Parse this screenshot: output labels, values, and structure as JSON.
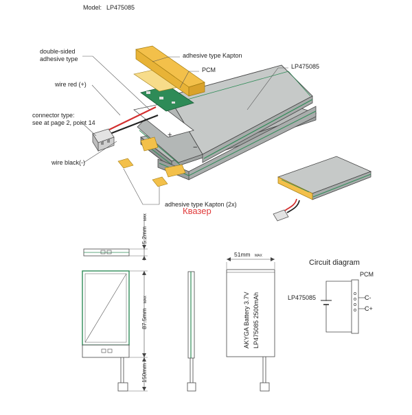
{
  "header": {
    "model_label": "Model:",
    "model_value": "LP475085"
  },
  "exploded_view": {
    "labels": {
      "double_sided_line1": "double-sided",
      "double_sided_line2": "adhesive type",
      "kapton_top": "adhesive type Kapton",
      "pcm": "PCM",
      "cell": "LP475085",
      "wire_red": "wire red (+)",
      "connector_line1": "connector type:",
      "connector_line2": "see at page 2, point 14",
      "wire_black": "wire black(-)",
      "kapton_bottom": "adhesive type Kapton (2x)",
      "plus": "+",
      "minus": "−"
    }
  },
  "watermark": "Квазер",
  "dimensions": {
    "thickness": "5.2mm",
    "length": "87.5mm",
    "wire_length": "150mm",
    "width": "51mm",
    "max_suffix": "MAX"
  },
  "battery_label": {
    "line1": "AKYGA Battery 3.7V",
    "line2": "LP475085 2500mAh"
  },
  "circuit": {
    "title": "Circuit diagram",
    "cell_label": "LP475085",
    "pcm_label": "PCM",
    "minus_terminal": "C-",
    "plus_terminal": "C+"
  },
  "colors": {
    "cell_fill": "#c6c9c8",
    "cell_edge": "#2e8b57",
    "kapton": "#f3c04a",
    "kapton_light": "#f7dc8a",
    "pcm_green": "#2e8b57",
    "wire_red": "#d32f2f",
    "wire_black": "#222222",
    "outline": "#444444"
  }
}
